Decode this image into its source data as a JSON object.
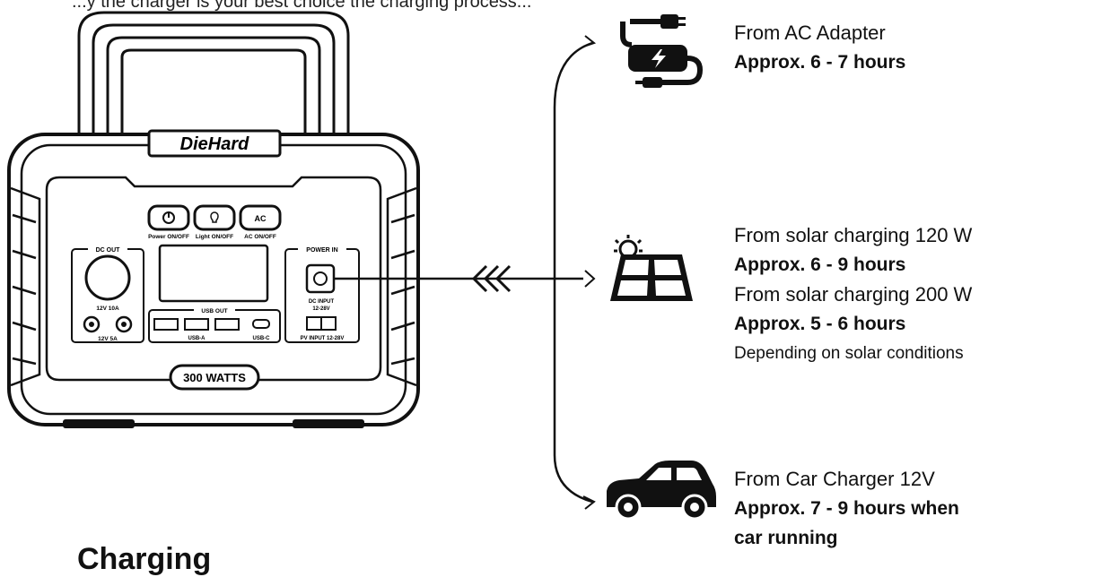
{
  "top_caption": "...y the charger is your best choice the charging process...",
  "device": {
    "brand": "DieHard",
    "power_label": "Power ON/OFF",
    "light_label": "Light ON/OFF",
    "ac_btn_text": "AC",
    "ac_label": "AC ON/OFF",
    "dc_out_title": "DC OUT",
    "dc_12v10a": "12V 10A",
    "dc_12v5a": "12V 5A",
    "usb_out_title": "USB OUT",
    "usb_a": "USB-A",
    "usb_c": "USB-C",
    "power_in_title": "POWER IN",
    "dc_input_line1": "DC INPUT",
    "dc_input_line2": "12-28V",
    "pv_input": "PV INPUT 12-28V",
    "watts": "300 WATTS"
  },
  "sources": {
    "ac": {
      "line1": "From AC Adapter",
      "line2": "Approx. 6 - 7 hours"
    },
    "solar": {
      "line1": "From solar charging 120 W",
      "line2": "Approx. 6 - 9 hours",
      "line3": "From solar charging 200 W",
      "line4": "Approx. 5 - 6 hours",
      "line5": "Depending on solar conditions"
    },
    "car": {
      "line1": "From Car Charger 12V",
      "line2": "Approx. 7 - 9 hours when",
      "line3": "car running"
    }
  },
  "section_heading": "Charging"
}
